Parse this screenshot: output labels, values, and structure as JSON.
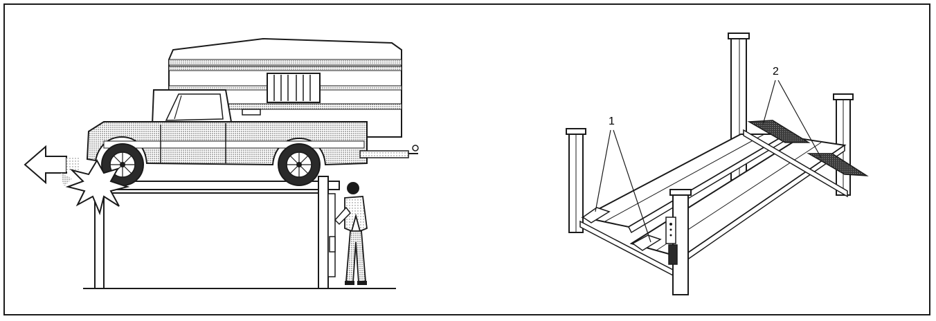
{
  "figure_left": {
    "illustration": "truck-with-camper-on-two-post-lift-warning"
  },
  "figure_right": {
    "illustration": "four-post-lift",
    "callouts": [
      {
        "label": "1",
        "meaning_icon": "front-wheel-stops"
      },
      {
        "label": "2",
        "meaning_icon": "drive-on-ramps"
      }
    ]
  },
  "colors": {
    "line": "#1a1a1a",
    "stipple": "#6b6b6b",
    "ramp_dark": "#3a3a3a"
  }
}
